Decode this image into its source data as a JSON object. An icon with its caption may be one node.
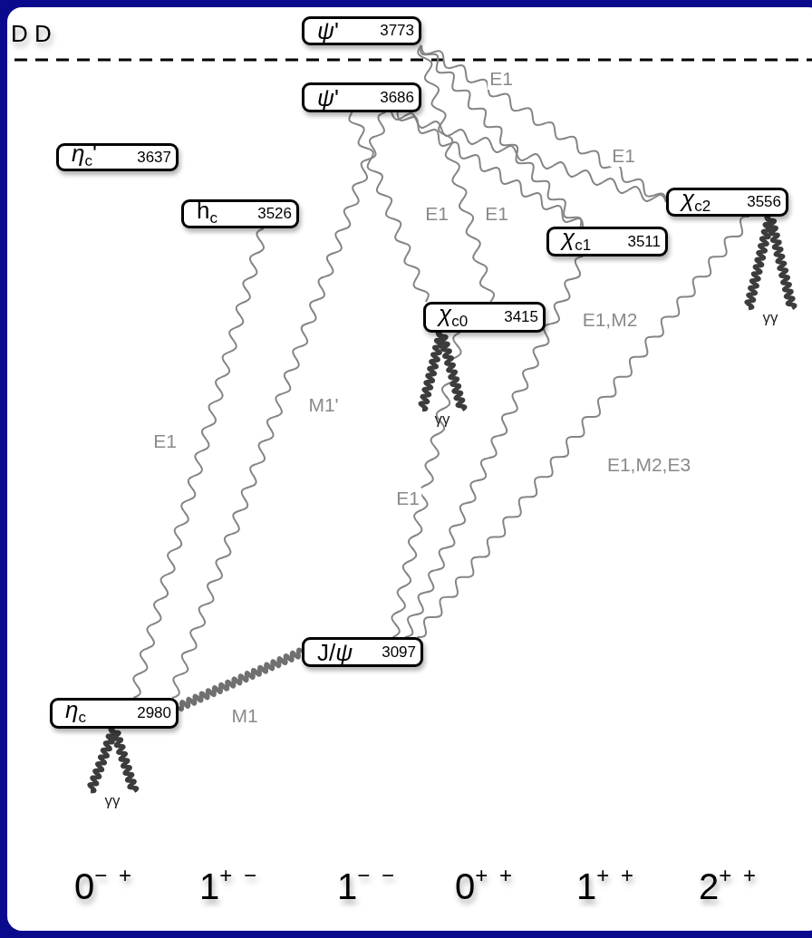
{
  "diagram": {
    "nodes": [
      {
        "text": [
          "*ψ*'",
          "3773"
        ]
      },
      {
        "text": [
          "*ψ*'",
          "3686"
        ]
      },
      {
        "text": [
          "*η*$_{c}$'",
          "3637"
        ]
      },
      {
        "text": [
          "h$_{c}$",
          "3526"
        ]
      },
      {
        "text": [
          "*χ*$_{c2}$",
          "3556"
        ]
      },
      {
        "text": [
          "*χ*$_{c1}$",
          "3511"
        ]
      },
      {
        "text": [
          "*χ*$_{c0}$",
          "3415"
        ]
      },
      {
        "text": [
          "J/*ψ*",
          "3097"
        ]
      },
      {
        "text": [
          "*η*$_{c}$",
          "2980"
        ]
      },
      {
        "text": [
          "γγ"
        ]
      },
      {
        "text": [
          "γγ"
        ]
      },
      {
        "text": [
          "γγ"
        ]
      }
    ],
    "edges": [
      {
        "from": 0,
        "to": 4,
        "arrow": "none",
        "label": "E1"
      },
      {
        "from": 0,
        "to": 5,
        "arrow": "none"
      },
      {
        "from": 0,
        "to": 6,
        "arrow": "none",
        "label": "E1"
      },
      {
        "from": 1,
        "to": 4,
        "arrow": "none",
        "label": "E1"
      },
      {
        "from": 1,
        "to": 5,
        "arrow": "none"
      },
      {
        "from": 1,
        "to": 6,
        "arrow": "none",
        "label": "E1"
      },
      {
        "from": 1,
        "to": 8,
        "arrow": "none",
        "label": "M1'"
      },
      {
        "from": 3,
        "to": 8,
        "arrow": "none",
        "label": "E1"
      },
      {
        "from": 7,
        "to": 8,
        "arrow": "none",
        "label": "M1",
        "style": "thick",
        "color": "#707070"
      },
      {
        "from": 6,
        "to": 7,
        "arrow": "none",
        "label": "E1"
      },
      {
        "from": 5,
        "to": 7,
        "arrow": "none",
        "label": "E1,M2"
      },
      {
        "from": 4,
        "to": 7,
        "arrow": "none",
        "label": "E1,M2,E3"
      },
      {
        "from": 4,
        "to": 9,
        "arrow": "none",
        "style": "thick",
        "color": "#3c3c3c"
      },
      {
        "from": 4,
        "to": 9,
        "arrow": "none",
        "style": "thick",
        "color": "#3c3c3c"
      },
      {
        "from": 6,
        "to": 10,
        "arrow": "none",
        "style": "thick",
        "color": "#3c3c3c"
      },
      {
        "from": 6,
        "to": 10,
        "arrow": "none",
        "style": "thick",
        "color": "#3c3c3c"
      },
      {
        "from": 8,
        "to": 11,
        "arrow": "none",
        "style": "thick",
        "color": "#3c3c3c"
      },
      {
        "from": 8,
        "to": 11,
        "arrow": "none",
        "style": "thick",
        "color": "#3c3c3c"
      }
    ],
    "labels": [
      "D D",
      "0$^{− +}$",
      "1$^{+ −}$",
      "1$^{− −}$",
      "0$^{+ +}$",
      "1$^{+ +}$",
      "2$^{+ +}$"
    ]
  }
}
